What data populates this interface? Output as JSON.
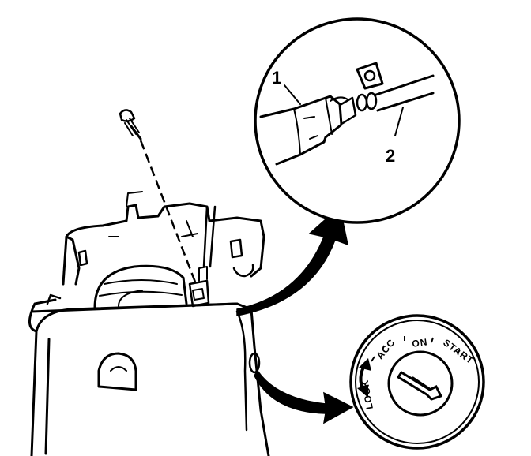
{
  "callouts": {
    "label_1": "1",
    "label_2": "2"
  },
  "ignition_positions": {
    "lock": "LOCK",
    "acc": "ACC",
    "on": "ON",
    "start": "START"
  },
  "colors": {
    "ink": "#000000",
    "paper": "#ffffff"
  },
  "icons": {
    "screw": "screw-icon",
    "key": "key-icon"
  }
}
